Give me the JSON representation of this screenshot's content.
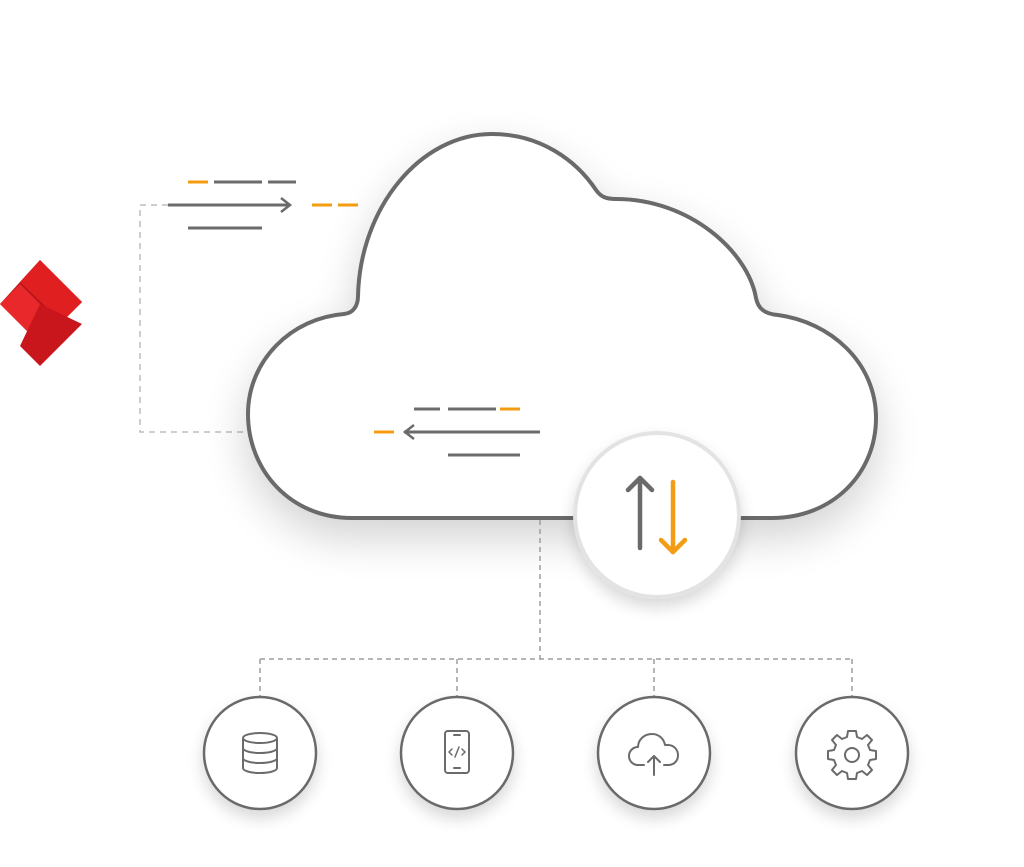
{
  "colors": {
    "background": "#ffffff",
    "outline": "#6b6b6b",
    "accent": "#f39c12",
    "connector": "#bdbdbd",
    "brand_red": "#e02020",
    "brand_red_dark": "#b8141a",
    "sync_ring": "#e3e3e3"
  },
  "brand": {
    "logo": "red-chevron-logo"
  },
  "cloud": {
    "icon": "cloud-outline"
  },
  "sync": {
    "icon": "sync-arrows-icon",
    "up_arrow": "up-arrow",
    "down_arrow": "down-arrow"
  },
  "flows": [
    {
      "id": "outbound",
      "direction": "in-to-cloud",
      "arrow": "right-arrow"
    },
    {
      "id": "inbound",
      "direction": "out-of-cloud",
      "arrow": "left-arrow"
    }
  ],
  "services": [
    {
      "id": "database",
      "icon": "database-icon"
    },
    {
      "id": "mobile-code",
      "icon": "mobile-code-icon"
    },
    {
      "id": "cloud-upload",
      "icon": "cloud-upload-icon"
    },
    {
      "id": "settings",
      "icon": "gear-icon"
    }
  ]
}
